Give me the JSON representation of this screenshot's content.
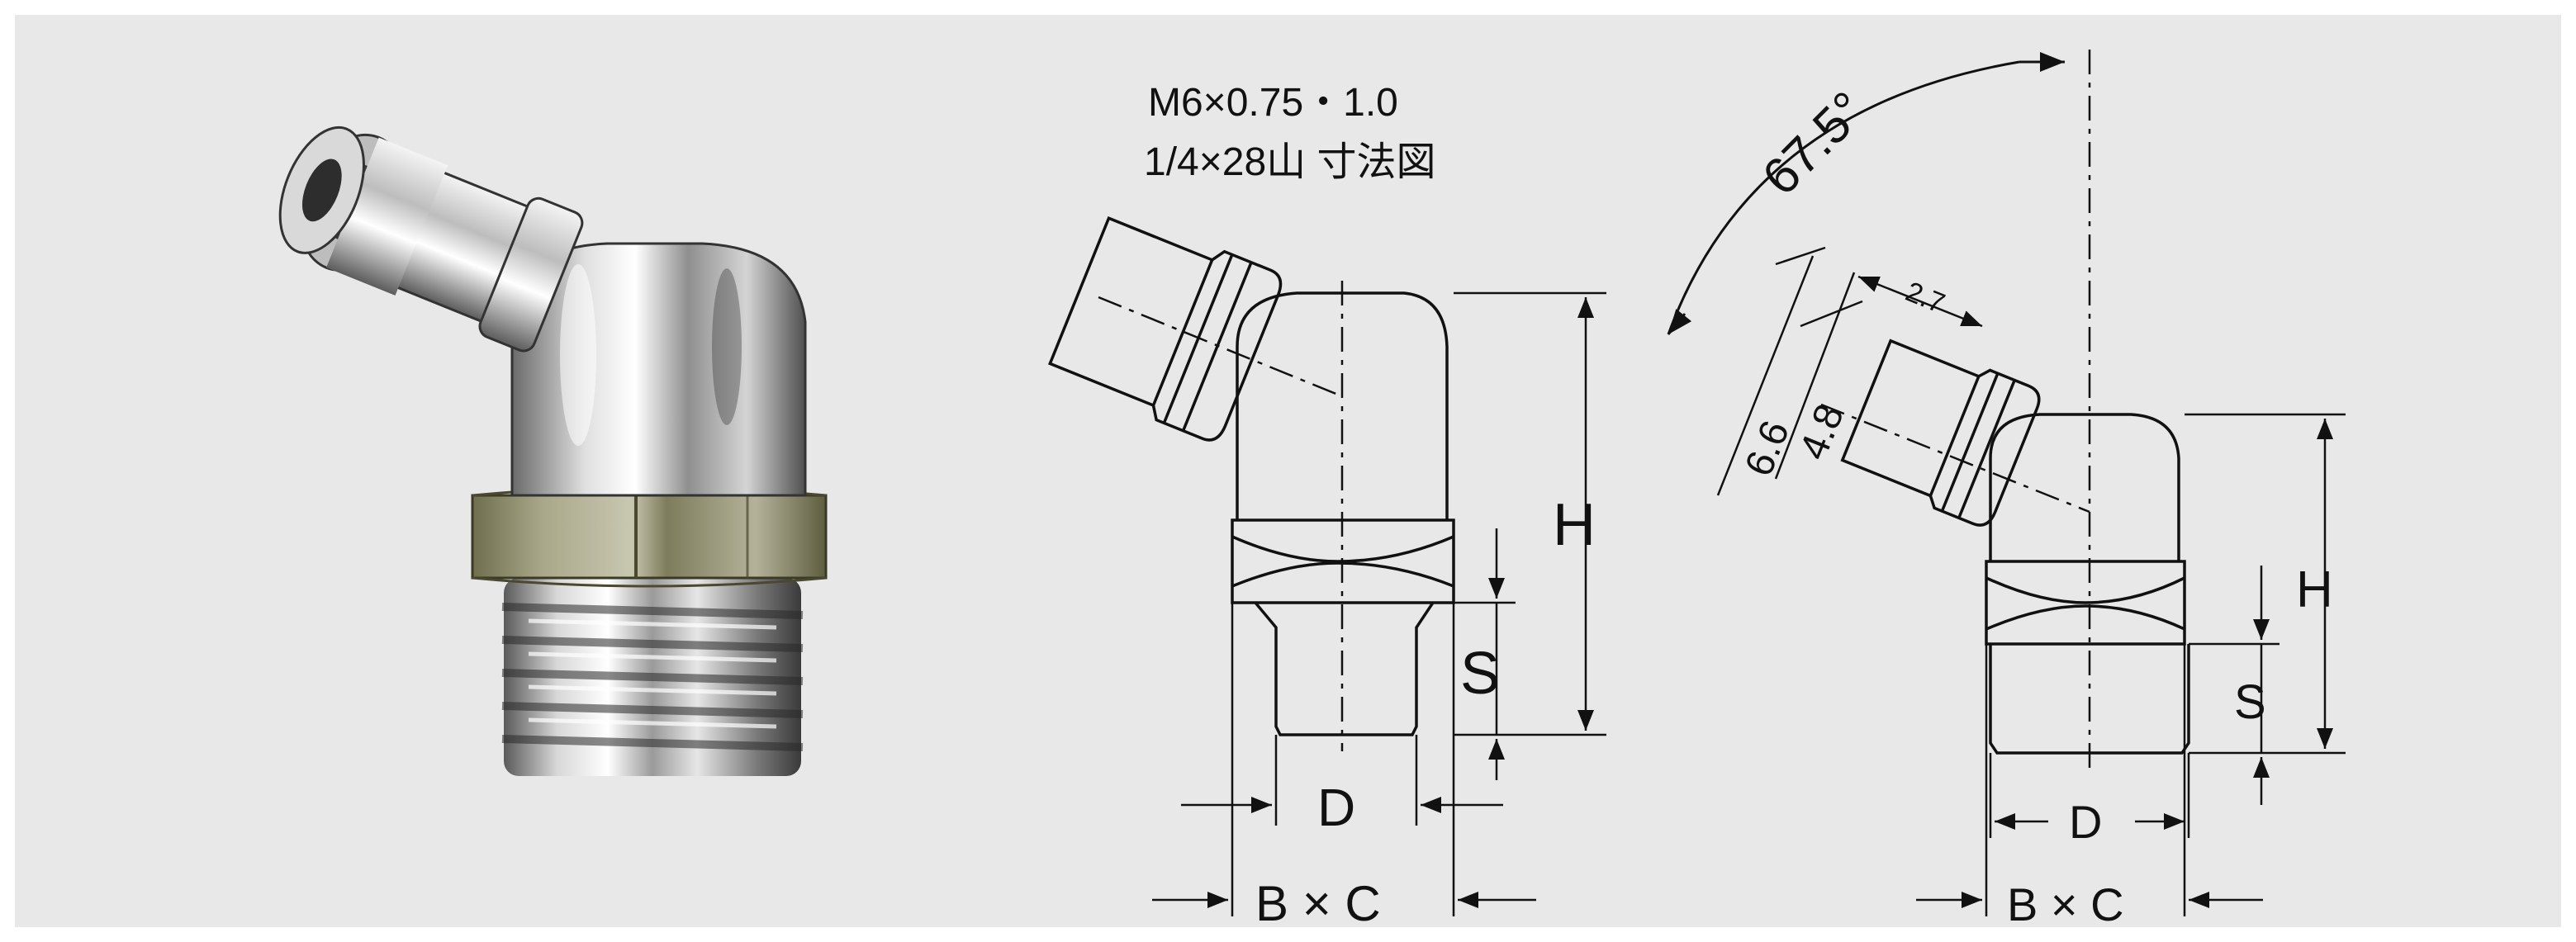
{
  "caption": {
    "line1": "M6×0.75・1.0",
    "line2": "1/4×28山 寸法図"
  },
  "drawing_left": {
    "labels": {
      "H": "H",
      "S": "S",
      "D": "D",
      "BxC": "B × C"
    }
  },
  "drawing_right": {
    "labels": {
      "angle": "67.5°",
      "dim_66": "6.6",
      "dim_48": "4.8",
      "dim_27": "2.7",
      "H": "H",
      "S": "S",
      "D": "D",
      "BxC": "B × C"
    }
  },
  "colors": {
    "background": "#e8e8e8",
    "border": "#ffffff",
    "line": "#111111",
    "chrome_light": "#f2f2f2",
    "chrome_dark": "#4a4a4a",
    "hex_olive": "#8e8d6a"
  }
}
